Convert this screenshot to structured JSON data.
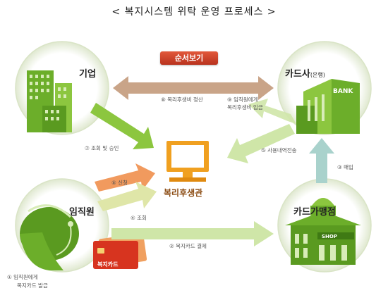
{
  "title": "< 복지시스템 위탁 운영 프로세스 >",
  "button": "순서보기",
  "center": "복리후생관",
  "nodes": {
    "company": "기업",
    "bank": "카드사",
    "bank_sub": "(은행)",
    "bank_sign": "BANK",
    "employee": "임직원",
    "merchant": "카드가맹점",
    "shop_sign": "SHOP",
    "card": "복지카드"
  },
  "steps": {
    "s1a": "① 임직원에게",
    "s1b": "복지카드 발급",
    "s2": "② 복지카드 결제",
    "s3": "③ 매입",
    "s4": "④ 조회",
    "s5": "⑤ 사용내역전송",
    "s6": "⑥ 신청",
    "s7": "⑦ 조회 및 승인",
    "s8": "⑧ 복리후생비 정산",
    "s9a": "⑨ 임직원에게",
    "s9b": "복리후생비 입금"
  },
  "colors": {
    "green": "#8cc63f",
    "pale_green": "#cfe6a8",
    "tan": "#c9a488",
    "orange": "#f19a5e",
    "yellow": "#e89a1a"
  }
}
